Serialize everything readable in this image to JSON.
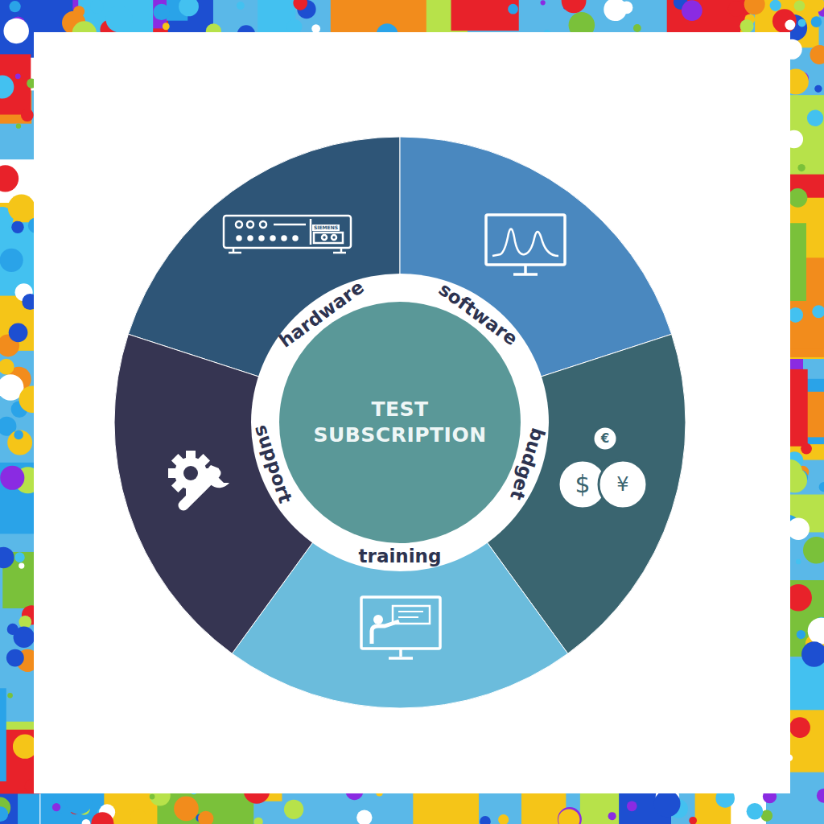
{
  "diagram": {
    "nodes": [
      {
        "text": [
          "TEST SUBSCRIPTION"
        ]
      }
    ],
    "labels": [
      "hardware",
      "SIEMENS",
      "software",
      "budget",
      "€",
      "$",
      "¥",
      "training",
      "support"
    ]
  }
}
